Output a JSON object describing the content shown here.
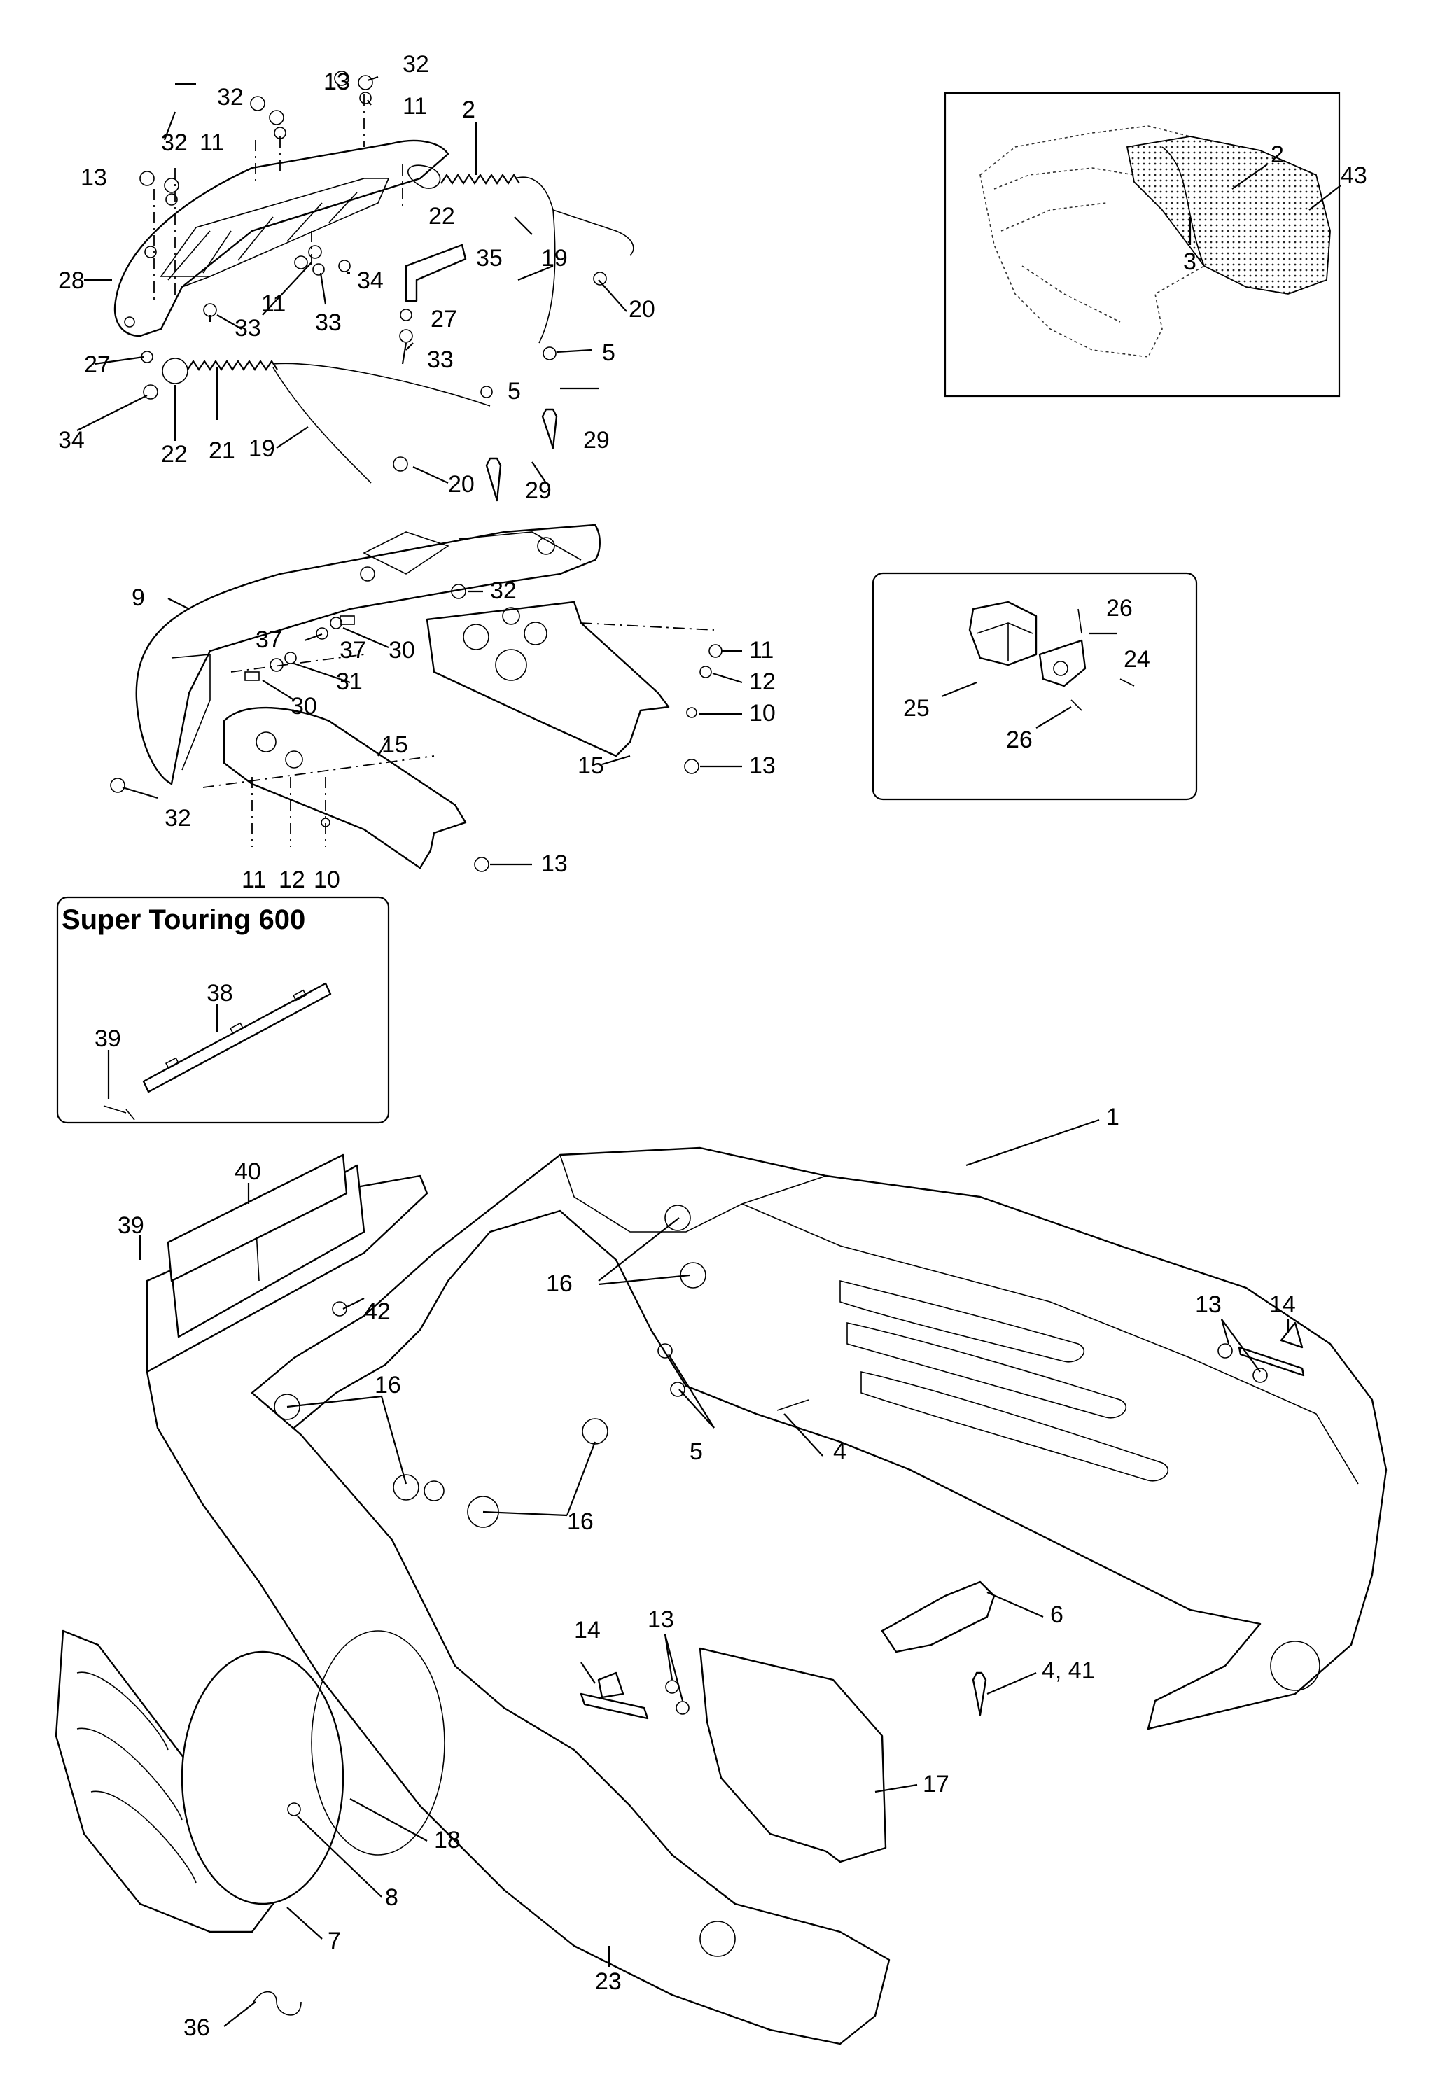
{
  "panels": {
    "variant_title": "Super Touring 600"
  },
  "callouts": {
    "c1": "1",
    "c2_top": "2",
    "c2_inset": "2",
    "c3": "3",
    "c43": "43",
    "c4": "4",
    "c4_41": "4, 41",
    "c5_a": "5",
    "c5_b": "5",
    "c5_c": "5",
    "c6": "6",
    "c7": "7",
    "c8": "8",
    "c9": "9",
    "c10_a": "10",
    "c10_b": "10",
    "c11_a": "11",
    "c11_b": "11",
    "c11_c": "11",
    "c11_d": "11",
    "c11_e": "11",
    "c12_a": "12",
    "c12_b": "12",
    "c13_a": "13",
    "c13_b": "13",
    "c13_c": "13",
    "c13_d": "13",
    "c13_e": "13",
    "c13_f": "13",
    "c14_a": "14",
    "c14_b": "14",
    "c15_a": "15",
    "c15_b": "15",
    "c16_a": "16",
    "c16_b": "16",
    "c16_c": "16",
    "c17": "17",
    "c18": "18",
    "c19_a": "19",
    "c19_b": "19",
    "c20_a": "20",
    "c20_b": "20",
    "c21": "21",
    "c22_a": "22",
    "c22_b": "22",
    "c23": "23",
    "c24": "24",
    "c25": "25",
    "c26_a": "26",
    "c26_b": "26",
    "c27_a": "27",
    "c27_b": "27",
    "c28": "28",
    "c29_a": "29",
    "c29_b": "29",
    "c30_a": "30",
    "c30_b": "30",
    "c31": "31",
    "c32_a": "32",
    "c32_b": "32",
    "c32_c": "32",
    "c32_d": "32",
    "c32_e": "32",
    "c33_a": "33",
    "c33_b": "33",
    "c33_c": "33",
    "c34_a": "34",
    "c34_b": "34",
    "c35": "35",
    "c36": "36",
    "c37_a": "37",
    "c37_b": "37",
    "c38": "38",
    "c39_a": "39",
    "c39_b": "39",
    "c40": "40",
    "c42": "42"
  }
}
